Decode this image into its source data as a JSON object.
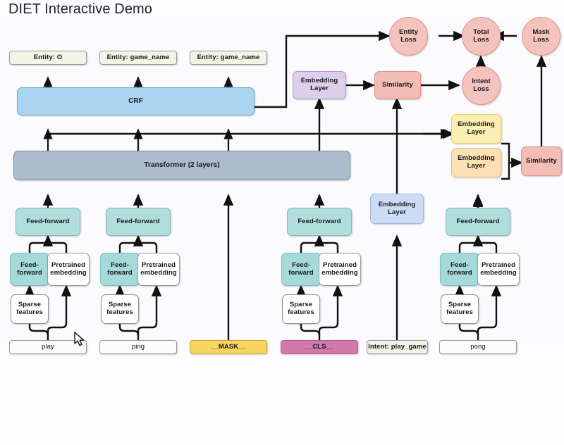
{
  "page": {
    "title": "DIET Interactive Demo",
    "background": "#fdfdff"
  },
  "colors": {
    "entity_tag": "#f4f3e7",
    "crf": "#a9d3ef",
    "transformer": "#adbccd",
    "feed_forward": "#b1dedd",
    "pretrained_embedding": "#ffffff",
    "sparse_features": "#ffffff",
    "token_default": "#fbfbf8",
    "mask_token": "#f7d560",
    "cls_token": "#d278ad",
    "embedding_purple": "#ddcfea",
    "embedding_blue": "#ccdcf5",
    "embedding_yellow": "#fbefb4",
    "embedding_orange": "#fbe0b4",
    "similarity": "#f3bdb5",
    "loss": "#f5c3bd"
  },
  "diagram": {
    "entity_tags": [
      {
        "label": "Entity: O"
      },
      {
        "label": "Entity: game_name"
      },
      {
        "label": "Entity: game_name"
      }
    ],
    "crf": {
      "label": "CRF"
    },
    "transformer": {
      "label": "Transformer (2 layers)"
    },
    "columns": [
      {
        "token": "play",
        "token_kind": "word",
        "feed_forward": "Feed-forward",
        "feed_forward_small": "Feed-\nforward",
        "pretrained": "Pretrained\nembedding",
        "sparse": "Sparse\nfeatures"
      },
      {
        "token": "ping",
        "token_kind": "word",
        "feed_forward": "Feed-forward",
        "feed_forward_small": "Feed-\nforward",
        "pretrained": "Pretrained\nembedding",
        "sparse": "Sparse\nfeatures"
      },
      {
        "token": "__MASK__",
        "token_kind": "mask",
        "feed_forward": null,
        "feed_forward_small": null,
        "pretrained": null,
        "sparse": null
      },
      {
        "token": "__CLS__",
        "token_kind": "cls",
        "feed_forward": "Feed-forward",
        "feed_forward_small": "Feed-\nforward",
        "pretrained": "Pretrained\nembedding",
        "sparse": "Sparse\nfeatures"
      },
      {
        "token": "Intent: play_game",
        "token_kind": "intent",
        "feed_forward": null,
        "feed_forward_small": null,
        "pretrained": null,
        "sparse": null
      },
      {
        "token": "pong",
        "token_kind": "word",
        "feed_forward": "Feed-forward",
        "feed_forward_small": "Feed-\nforward",
        "pretrained": "Pretrained\nembedding",
        "sparse": "Sparse\nfeatures"
      }
    ],
    "embedding_layers": {
      "purple": "Embedding\nLayer",
      "blue": "Embedding\nLayer",
      "yellow_top": "Embedding\nLayer",
      "yellow_bottom": "Embedding\nLayer"
    },
    "similarity": [
      {
        "label": "Similarity",
        "id": "similarity-intent"
      },
      {
        "label": "Similarity",
        "id": "similarity-mask"
      }
    ],
    "losses": [
      {
        "label": "Entity\nLoss",
        "id": "entity-loss"
      },
      {
        "label": "Total\nLoss",
        "id": "total-loss"
      },
      {
        "label": "Mask\nLoss",
        "id": "mask-loss"
      },
      {
        "label": "Intent\nLoss",
        "id": "intent-loss"
      }
    ]
  }
}
